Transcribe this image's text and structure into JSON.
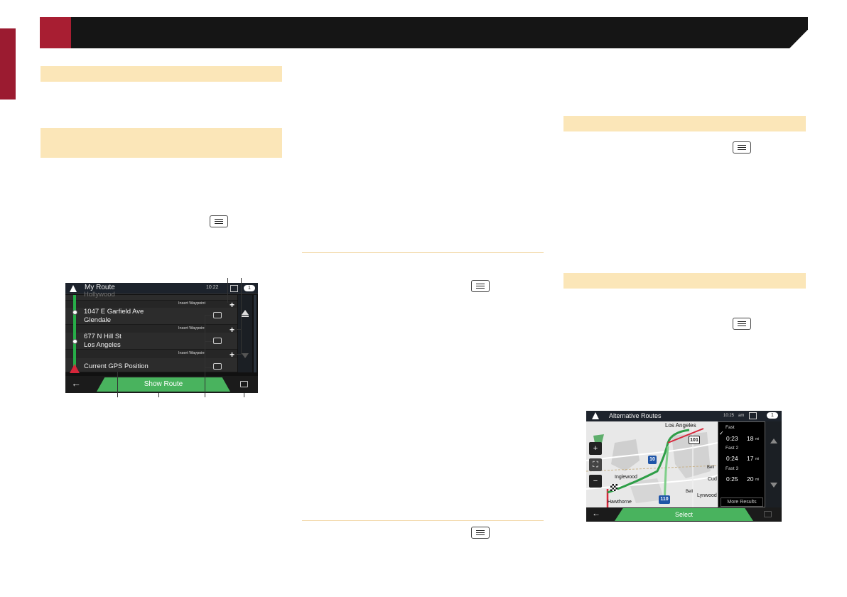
{
  "colors": {
    "header_red": "#a81e32",
    "header_black": "#151515",
    "highlight": "#fbe6b8",
    "route_green": "#49b35e"
  },
  "screen_my_route": {
    "title": "My Route",
    "time": "10:22",
    "notification_count": "1",
    "prev_item": "Hollywood",
    "waypoint_label": "Insert Waypoint",
    "add_symbol": "+",
    "stops": [
      {
        "line1": "1047 E Garfield Ave",
        "line2": "Glendale"
      },
      {
        "line1": "677 N Hill St",
        "line2": "Los Angeles"
      },
      {
        "line1": "Current GPS Position",
        "line2": ""
      }
    ],
    "back_icon": "←",
    "show_route_label": "Show Route"
  },
  "screen_alt_routes": {
    "title": "Alternative Routes",
    "time": "10:25",
    "time_suffix": "am",
    "notification_count": "1",
    "map_labels": {
      "city1": "Los Angeles",
      "city2": "Inglewood",
      "city3": "Hawthorne",
      "city4": "Bell",
      "city5": "Cud",
      "city6": "Lynwood",
      "city7": "Bell"
    },
    "shields": [
      "10",
      "101",
      "110"
    ],
    "routes": [
      {
        "name": "Fast",
        "time": "0:23",
        "dist": "18",
        "unit": "mi"
      },
      {
        "name": "Fast 2",
        "time": "0:24",
        "dist": "17",
        "unit": "mi"
      },
      {
        "name": "Fast 3",
        "time": "0:25",
        "dist": "20",
        "unit": "mi"
      }
    ],
    "more_results": "More Results",
    "select_label": "Select",
    "back_icon": "←"
  }
}
